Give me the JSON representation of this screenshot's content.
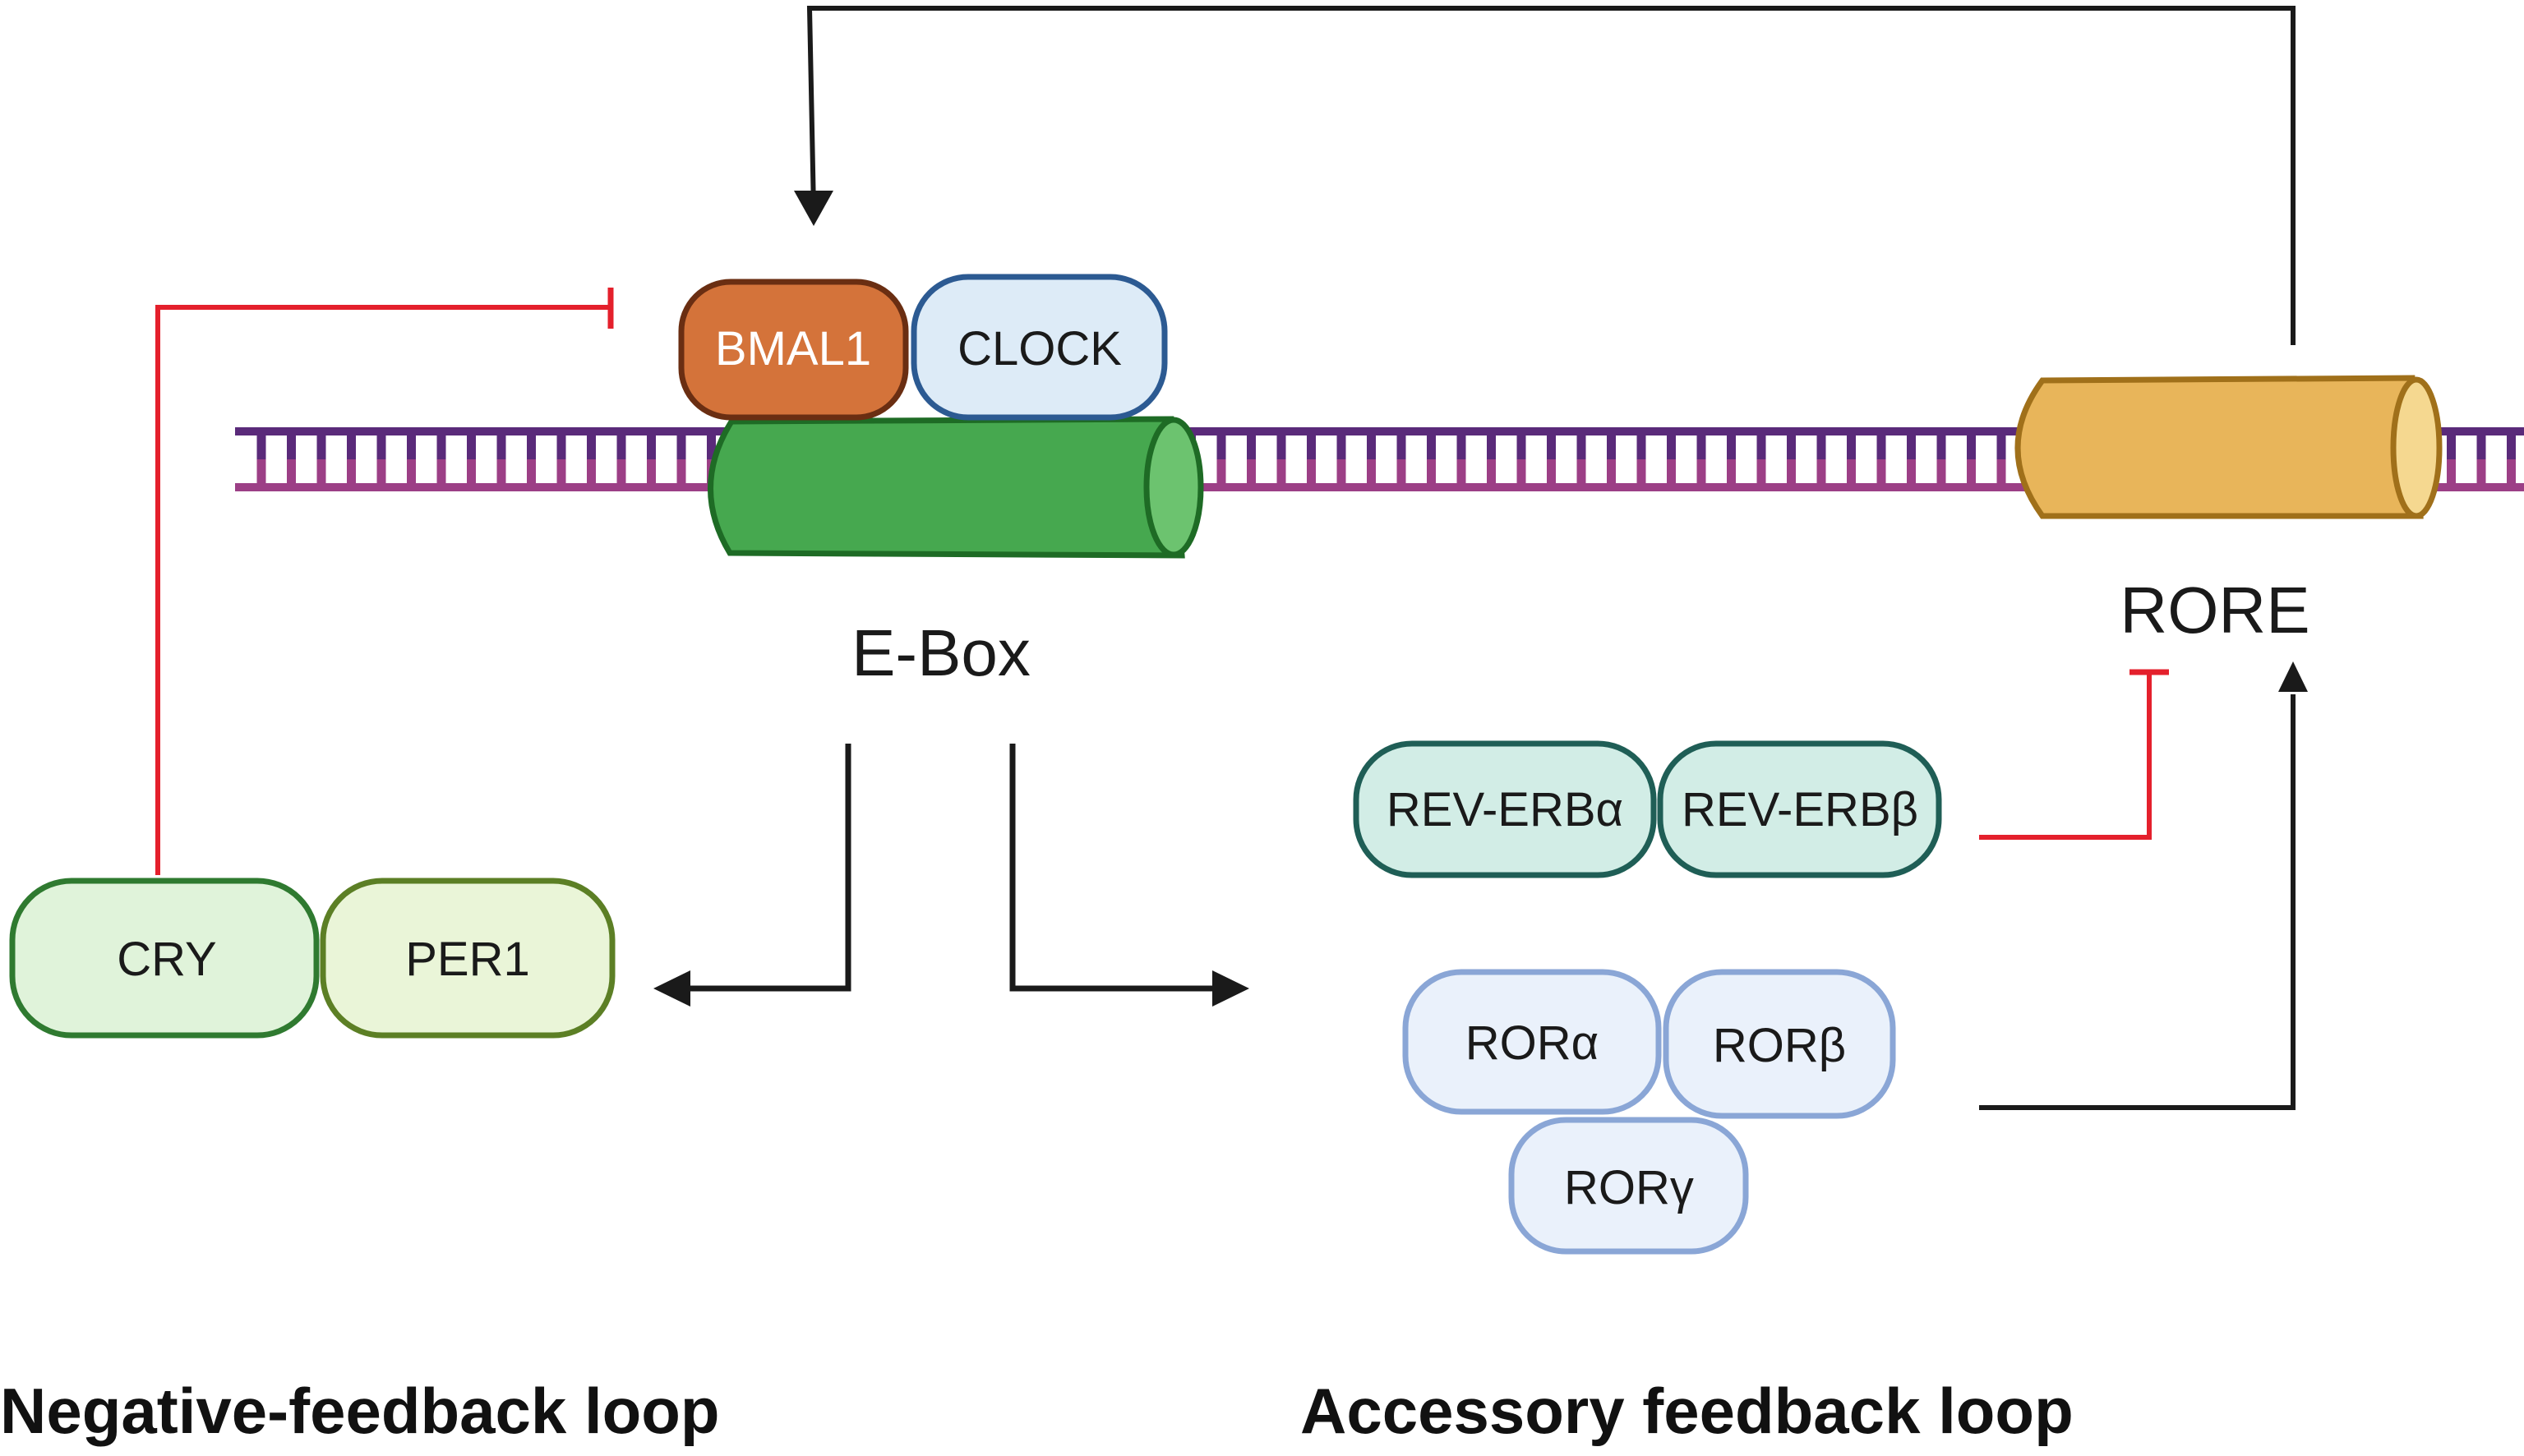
{
  "proteins": {
    "bmal1": "BMAL1",
    "clock": "CLOCK",
    "cry": "CRY",
    "per1": "PER1",
    "rev_erb_a": "REV-ERBα",
    "rev_erb_b": "REV-ERBβ",
    "ror_a": "RORα",
    "ror_b": "RORβ",
    "ror_g": "RORγ"
  },
  "sites": {
    "ebox": "E-Box",
    "rore": "RORE"
  },
  "loops": {
    "negative": "Negative-feedback loop",
    "accessory": "Accessory feedback loop"
  },
  "colors": {
    "dna_backbone": "#5a2a7a",
    "dna_rung": "#9c3f86",
    "activation_arrow": "#1a1a1a",
    "inhibition_arrow": "#e4202c",
    "ebox_cylinder": "#46a84f",
    "rore_cylinder": "#e8b55a",
    "bmal1_fill": "#d4733a",
    "clock_fill": "#ddebf7",
    "cry_fill": "#e0f3da",
    "per1_fill": "#eaf5d8",
    "rev_erb_fill": "#d2ede6",
    "ror_fill": "#eaf1fb"
  }
}
